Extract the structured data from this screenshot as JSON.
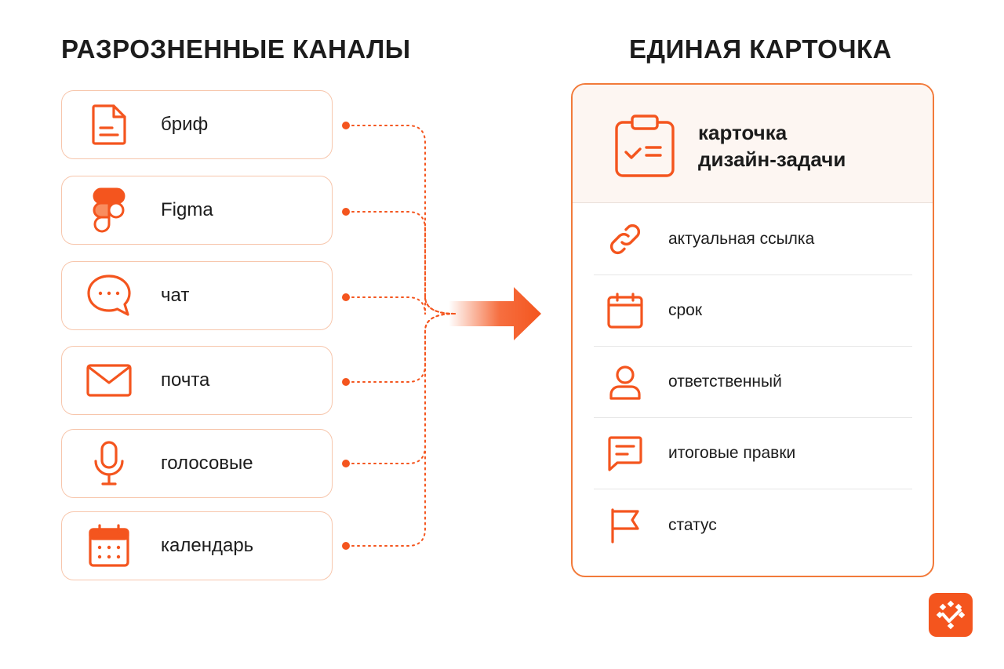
{
  "headings": {
    "left": "РАЗРОЗНЕННЫЕ КАНАЛЫ",
    "right": "ЕДИНАЯ КАРТОЧКА"
  },
  "channels": [
    {
      "label": "бриф",
      "icon": "document-icon"
    },
    {
      "label": "Figma",
      "icon": "figma-icon"
    },
    {
      "label": "чат",
      "icon": "chat-bubble-icon"
    },
    {
      "label": "почта",
      "icon": "envelope-icon"
    },
    {
      "label": "голосовые",
      "icon": "microphone-icon"
    },
    {
      "label": "календарь",
      "icon": "calendar-icon"
    }
  ],
  "card": {
    "title_line1": "карточка",
    "title_line2": "дизайн-задачи",
    "icon": "clipboard-check-icon",
    "fields": [
      {
        "label": "актуальная ссылка",
        "icon": "link-icon"
      },
      {
        "label": "срок",
        "icon": "calendar-icon"
      },
      {
        "label": "ответственный",
        "icon": "person-icon"
      },
      {
        "label": "итоговые правки",
        "icon": "comment-icon"
      },
      {
        "label": "статус",
        "icon": "flag-icon"
      }
    ]
  },
  "colors": {
    "accent": "#f4551e",
    "border_light": "#f7c6ac",
    "card_header_bg": "#fdf6f2"
  }
}
